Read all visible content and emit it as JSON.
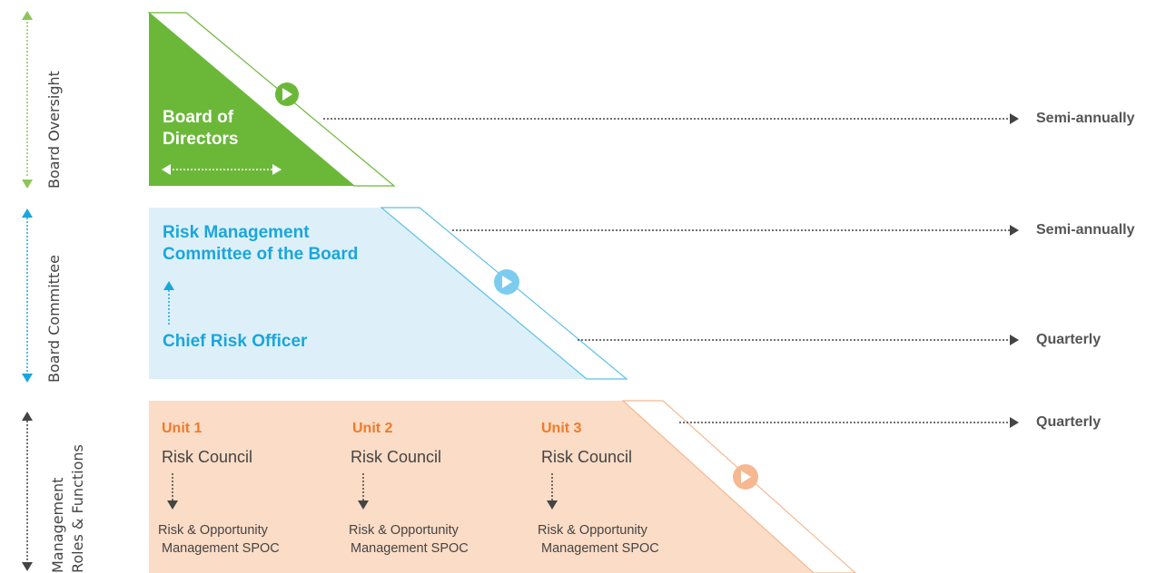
{
  "side_labels": {
    "board_oversight": "Board Oversight",
    "board_committee": "Board Committee",
    "management_line1": "Management",
    "management_line2": "Roles & Functions"
  },
  "tiers": {
    "board": {
      "title_line1": "Board of",
      "title_line2": "Directors",
      "color": "#6bb839"
    },
    "committee": {
      "title_line1": "Risk Management",
      "title_line2": "Committee of the Board",
      "sub": "Chief Risk Officer",
      "color": "#1aa6dc"
    },
    "management": {
      "color": "#f07a2a",
      "units": [
        {
          "name": "Unit 1",
          "council": "Risk Council",
          "spoc_line1": "Risk & Opportunity",
          "spoc_line2": "Management SPOC"
        },
        {
          "name": "Unit 2",
          "council": "Risk Council",
          "spoc_line1": "Risk & Opportunity",
          "spoc_line2": "Management SPOC"
        },
        {
          "name": "Unit 3",
          "council": "Risk Council",
          "spoc_line1": "Risk & Opportunity",
          "spoc_line2": "Management SPOC"
        }
      ]
    }
  },
  "frequencies": [
    "Semi-annually",
    "Semi-annually",
    "Quarterly",
    "Quarterly"
  ]
}
